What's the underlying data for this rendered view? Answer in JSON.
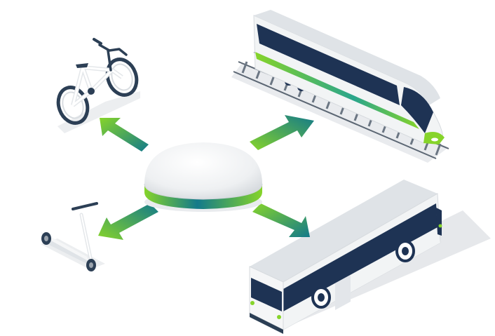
{
  "scene": {
    "hub": {
      "icon": "dome-hub-icon"
    },
    "vehicles": [
      {
        "id": "bicycle",
        "icon": "bicycle-icon"
      },
      {
        "id": "train",
        "icon": "high-speed-train-icon"
      },
      {
        "id": "scooter",
        "icon": "kick-scooter-icon"
      },
      {
        "id": "bus",
        "icon": "bus-icon"
      }
    ],
    "arrows": [
      {
        "direction": "up-left",
        "icon": "arrow-icon"
      },
      {
        "direction": "up-right",
        "icon": "arrow-icon"
      },
      {
        "direction": "down-left",
        "icon": "arrow-icon"
      },
      {
        "direction": "down-right",
        "icon": "arrow-icon"
      }
    ]
  },
  "colors": {
    "accent_green": "#7ed321",
    "accent_teal": "#137a8a",
    "navy": "#1e3354",
    "body_white": "#f2f4f5",
    "shadow": "#e8eaed",
    "dome_white": "#eef0f2"
  }
}
